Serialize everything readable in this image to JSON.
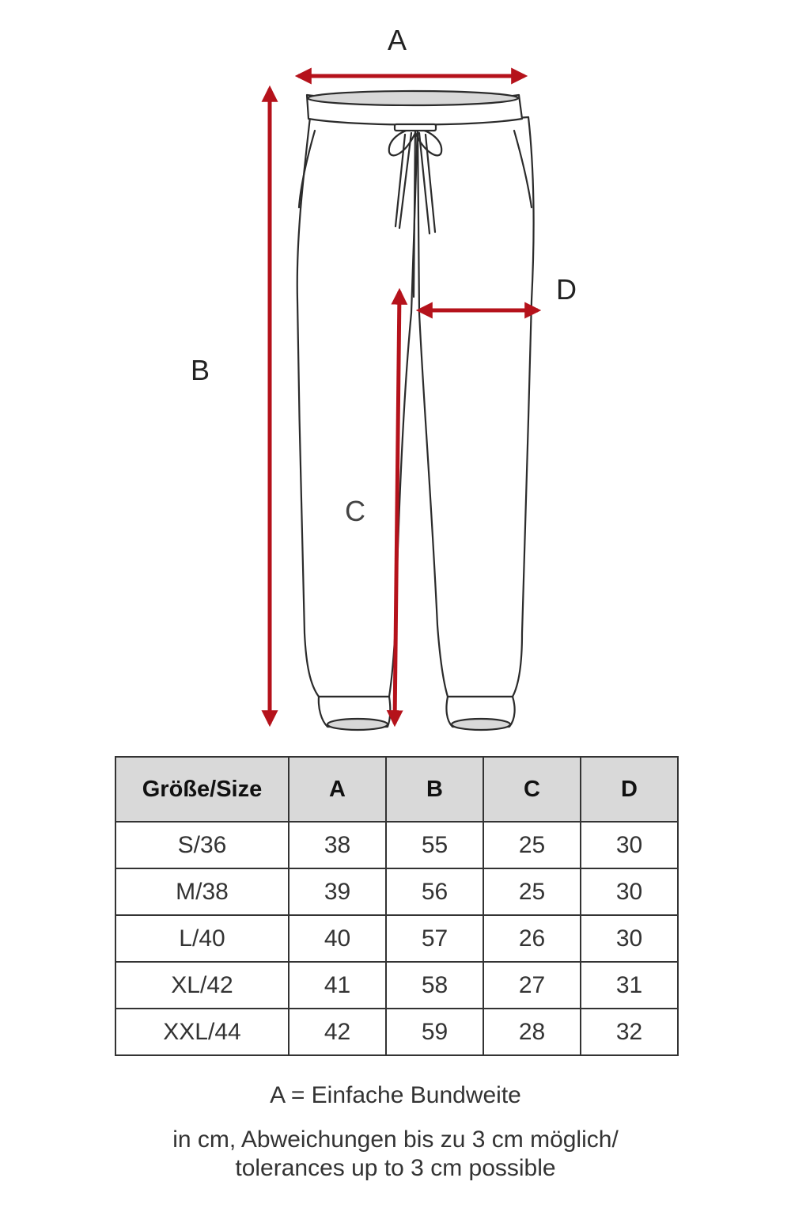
{
  "diagram": {
    "labels": {
      "a": "A",
      "b": "B",
      "c": "C",
      "d": "D"
    },
    "colors": {
      "arrow": "#b5121b",
      "outline": "#2b2b2b",
      "fill": "#ffffff",
      "waistband_inner": "#d8d8d8"
    }
  },
  "table": {
    "headers": [
      "Größe/Size",
      "A",
      "B",
      "C",
      "D"
    ],
    "rows": [
      [
        "S/36",
        "38",
        "55",
        "25",
        "30"
      ],
      [
        "M/38",
        "39",
        "56",
        "25",
        "30"
      ],
      [
        "L/40",
        "40",
        "57",
        "26",
        "30"
      ],
      [
        "XL/42",
        "41",
        "58",
        "27",
        "31"
      ],
      [
        "XXL/44",
        "42",
        "59",
        "28",
        "32"
      ]
    ],
    "header_bg": "#d9d9d9"
  },
  "notes": {
    "a_definition": "A = Einfache Bundweite",
    "tolerance_line1": "in cm, Abweichungen bis zu 3 cm möglich/",
    "tolerance_line2": "tolerances up to 3 cm possible"
  }
}
